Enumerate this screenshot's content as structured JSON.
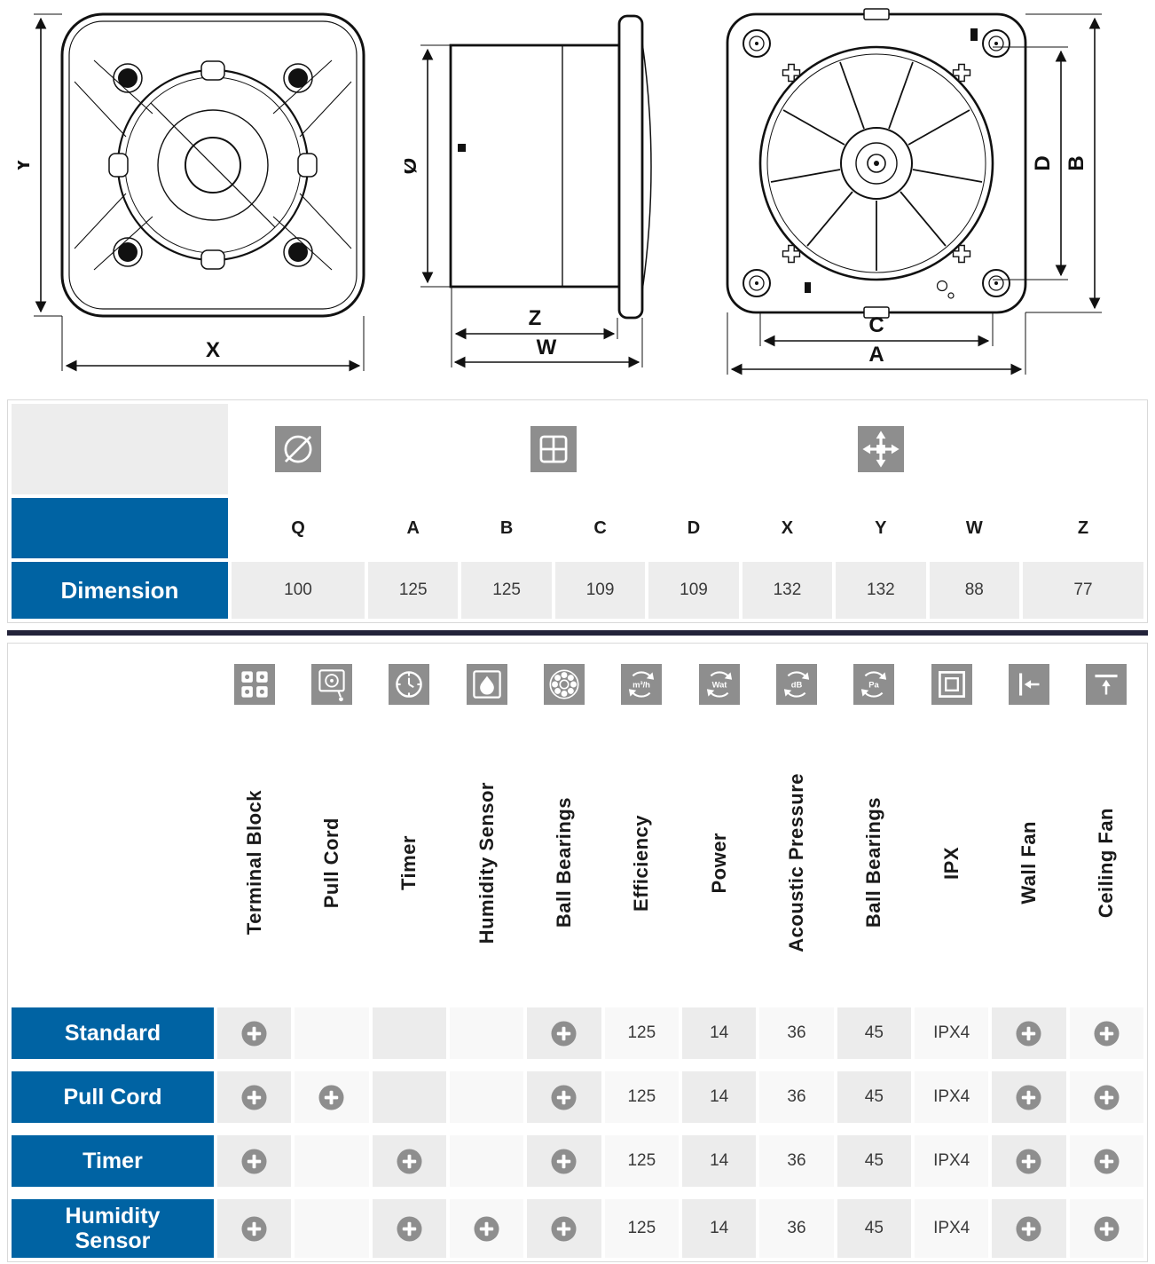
{
  "colors": {
    "blue": "#0063a3",
    "cell_gray": "#ededed",
    "icon_gray": "#8e8e8e",
    "divider": "#23233a",
    "line": "#111111"
  },
  "drawings": {
    "front": {
      "vertical": "Y",
      "horizontal": "X"
    },
    "side": {
      "vertical": "Ø",
      "inner": "Z",
      "outer": "W"
    },
    "back": {
      "inner_v": "D",
      "outer_v": "B",
      "inner_h": "C",
      "outer_h": "A"
    }
  },
  "dimension_table": {
    "row_label": "Dimension",
    "columns": [
      "Q",
      "A",
      "B",
      "C",
      "D",
      "X",
      "Y",
      "W",
      "Z"
    ],
    "values": [
      "100",
      "125",
      "125",
      "109",
      "109",
      "132",
      "132",
      "88",
      "77"
    ]
  },
  "features_table": {
    "columns": [
      {
        "label": "Terminal Block"
      },
      {
        "label": "Pull Cord"
      },
      {
        "label": "Timer"
      },
      {
        "label": "Humidity Sensor"
      },
      {
        "label": "Ball Bearings"
      },
      {
        "label": "Efficiency",
        "icon_text": "m³/h"
      },
      {
        "label": "Power",
        "icon_text": "Wat"
      },
      {
        "label": "Acoustic Pressure",
        "icon_text": "dB"
      },
      {
        "label": "Ball Bearings",
        "icon_text": "Pa"
      },
      {
        "label": "IPX"
      },
      {
        "label": "Wall Fan"
      },
      {
        "label": "Ceiling Fan"
      }
    ],
    "rows": [
      {
        "label": "Standard",
        "cells": [
          "+",
          "",
          "",
          "",
          "+",
          "125",
          "14",
          "36",
          "45",
          "IPX4",
          "+",
          "+"
        ]
      },
      {
        "label": "Pull Cord",
        "cells": [
          "+",
          "+",
          "",
          "",
          "+",
          "125",
          "14",
          "36",
          "45",
          "IPX4",
          "+",
          "+"
        ]
      },
      {
        "label": "Timer",
        "cells": [
          "+",
          "",
          "+",
          "",
          "+",
          "125",
          "14",
          "36",
          "45",
          "IPX4",
          "+",
          "+"
        ]
      },
      {
        "label": "Humidity Sensor",
        "cells": [
          "+",
          "",
          "+",
          "+",
          "+",
          "125",
          "14",
          "36",
          "45",
          "IPX4",
          "+",
          "+"
        ]
      }
    ]
  }
}
